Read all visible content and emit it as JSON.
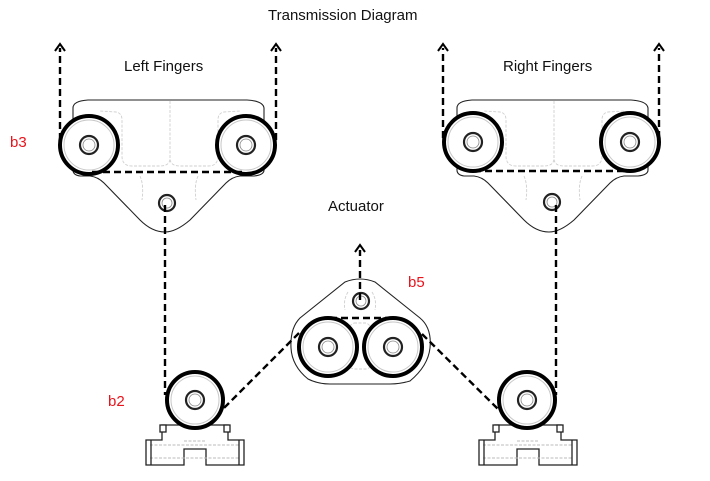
{
  "title": "Transmission Diagram",
  "labels": {
    "left_fingers": "Left Fingers",
    "right_fingers": "Right Fingers",
    "actuator": "Actuator"
  },
  "tags": {
    "b3": "b3",
    "b2": "b2",
    "b5": "b5"
  },
  "colors": {
    "tag": "#e8141c",
    "line": "#000000"
  }
}
